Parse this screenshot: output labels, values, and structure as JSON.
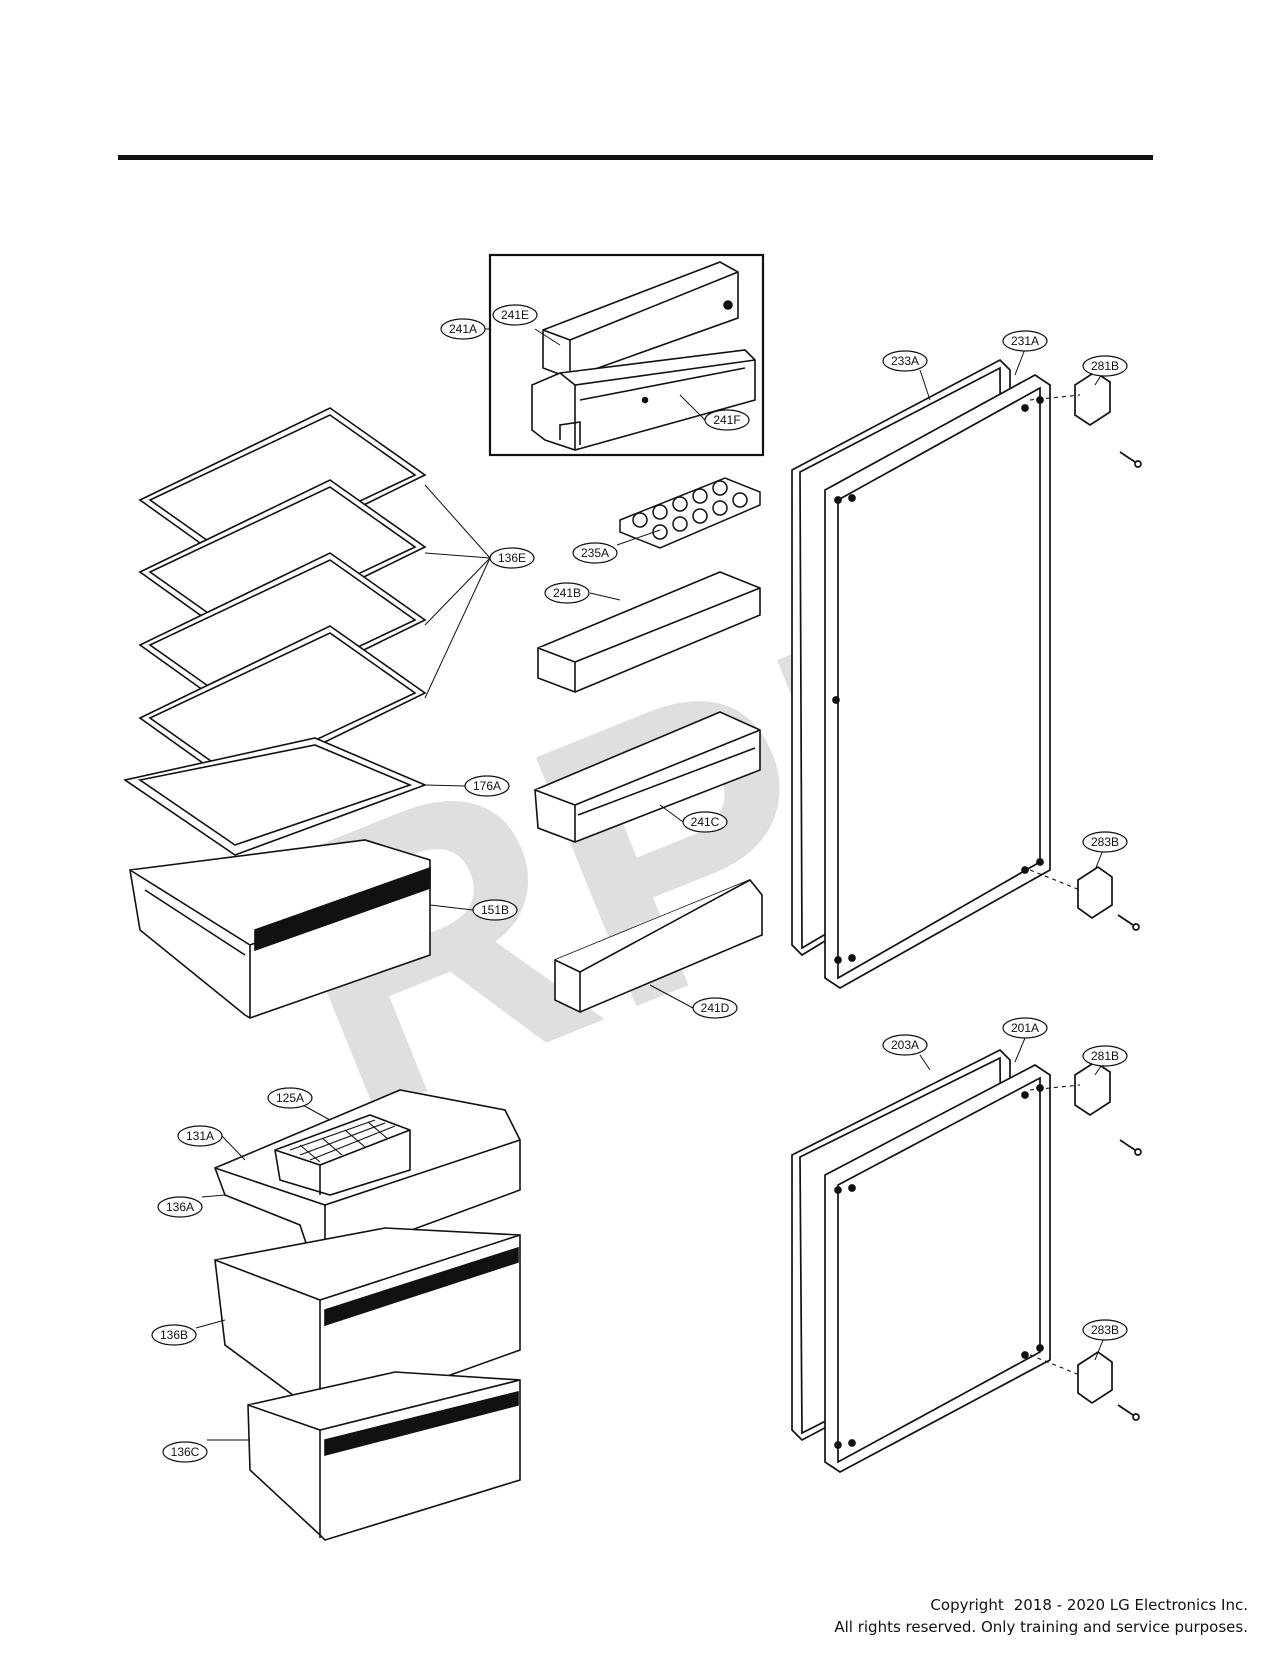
{
  "watermark": "RPI",
  "copyright": {
    "line1_word": "Copyright",
    "line1_years": "2018 -  2020 LG Electronics Inc.",
    "line2": "All rights reserved. Only training and service purposes."
  },
  "labels": {
    "l241A": "241A",
    "l241E": "241E",
    "l241F": "241F",
    "l235A": "235A",
    "l241B": "241B",
    "l241C": "241C",
    "l241D": "241D",
    "l136E": "136E",
    "l176A": "176A",
    "l151B": "151B",
    "l125A": "125A",
    "l131A": "131A",
    "l136A": "136A",
    "l136B": "136B",
    "l136C": "136C",
    "l233A": "233A",
    "l231A": "231A",
    "l281B_top": "281B",
    "l283B_top": "283B",
    "l203A": "203A",
    "l201A": "201A",
    "l281B_bot": "281B",
    "l283B_bot": "283B"
  }
}
